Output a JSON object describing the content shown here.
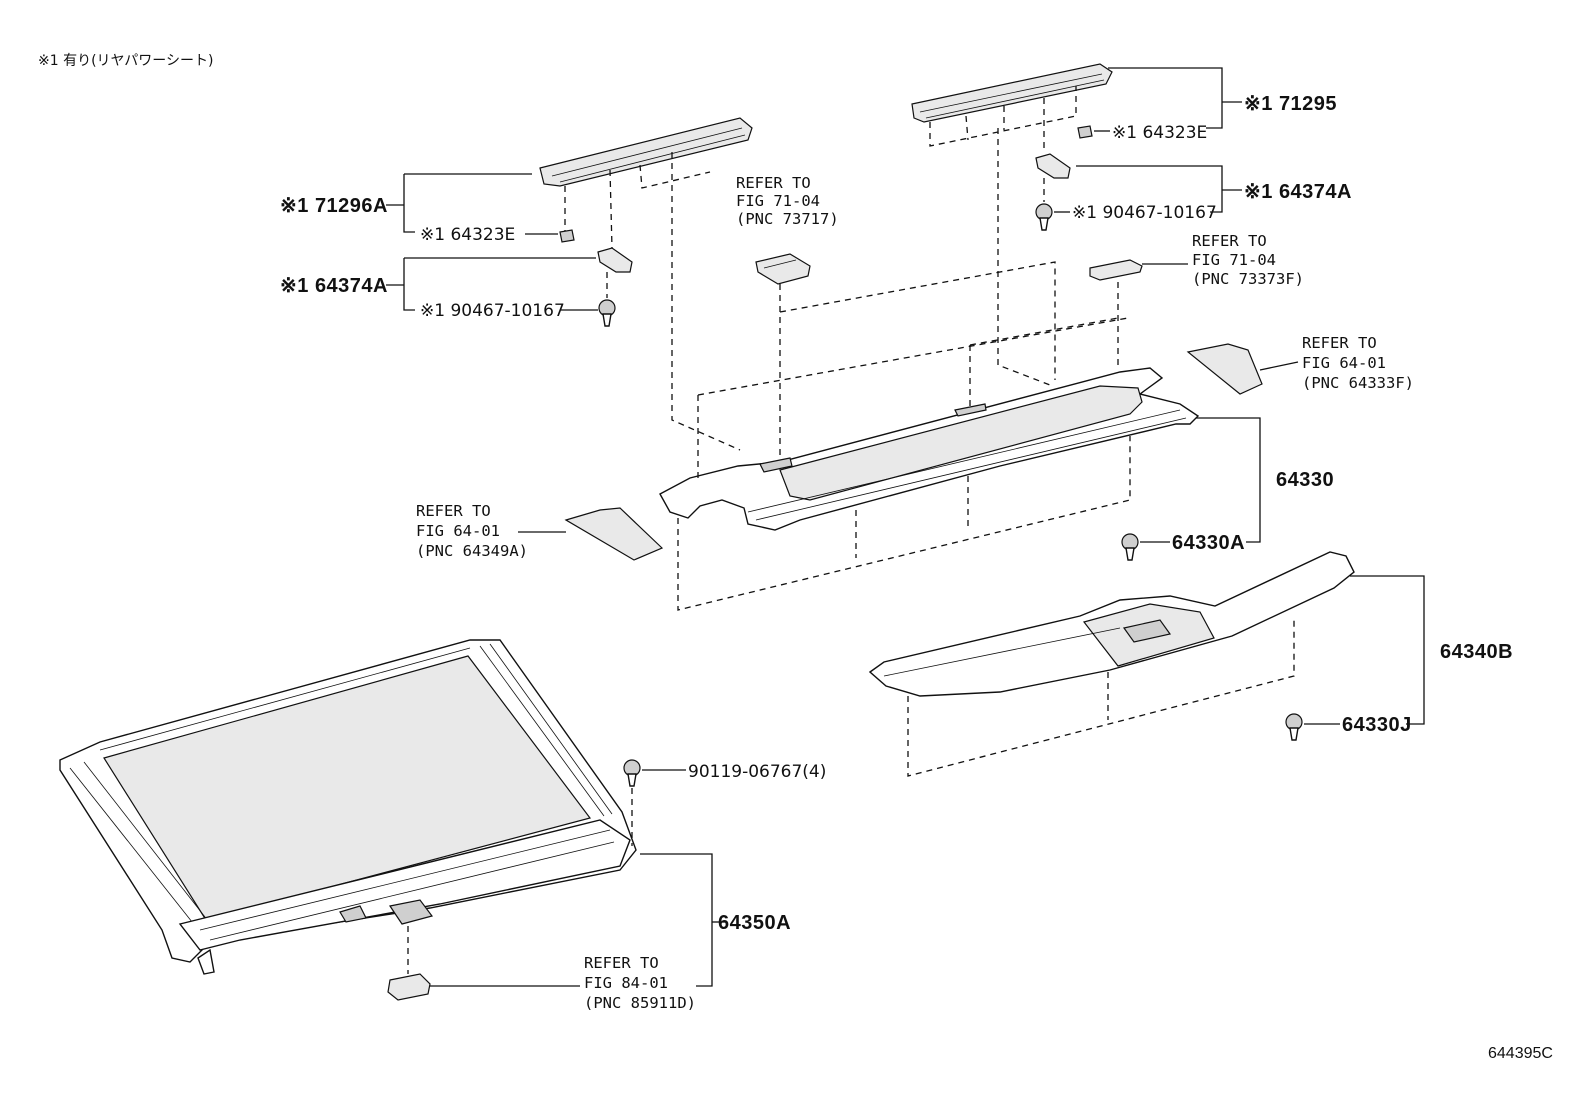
{
  "note": "※1 有り(リヤパワーシート)",
  "figure_id": "644395C",
  "labels": {
    "p71296A": "※1 71296A",
    "p64323E_left": "※1 64323E",
    "p64374A_left": "※1 64374A",
    "p90467_left": "※1 90467-10167",
    "p71295": "※1 71295",
    "p64323E_right": "※1 64323E",
    "p64374A_right": "※1 64374A",
    "p90467_right": "※1 90467-10167",
    "p64330": "64330",
    "p64330A": "64330A",
    "p64340B": "64340B",
    "p64330J": "64330J",
    "p90119": "90119-06767(4)",
    "p64350A": "64350A"
  },
  "refs": {
    "r73717": {
      "line1": "REFER TO",
      "line2": "FIG 71-04",
      "line3": "(PNC 73717)"
    },
    "r73373F": {
      "line1": "REFER TO",
      "line2": "FIG 71-04",
      "line3": "(PNC 73373F)"
    },
    "r64333F": {
      "line1": "REFER TO",
      "line2": "FIG 64-01",
      "line3": "(PNC 64333F)"
    },
    "r64349A": {
      "line1": "REFER TO",
      "line2": "FIG 64-01",
      "line3": "(PNC 64349A)"
    },
    "r85911D": {
      "line1": "REFER TO",
      "line2": "FIG 84-01",
      "line3": "(PNC 85911D)"
    }
  }
}
